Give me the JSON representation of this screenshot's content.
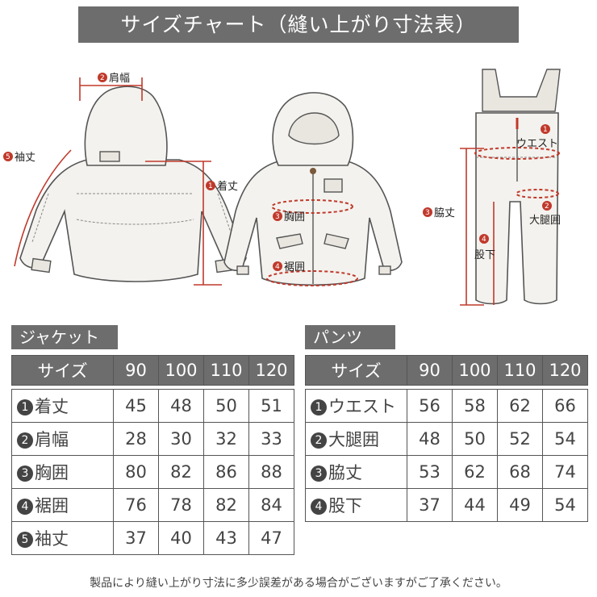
{
  "title": "サイズチャート（縫い上がり寸法表）",
  "illustration_labels": {
    "jacket_back": [
      {
        "num": "2",
        "text": "肩幅"
      },
      {
        "num": "5",
        "text": "袖丈"
      },
      {
        "num": "1",
        "text": "着丈"
      }
    ],
    "jacket_front": [
      {
        "num": "3",
        "text": "胸囲"
      },
      {
        "num": "4",
        "text": "裾囲"
      }
    ],
    "pants": [
      {
        "num": "1",
        "text": "ウエスト"
      },
      {
        "num": "2",
        "text": "大腿囲"
      },
      {
        "num": "3",
        "text": "脇丈"
      },
      {
        "num": "4",
        "text": "股下"
      }
    ]
  },
  "jacket": {
    "label": "ジャケット",
    "header": [
      "サイズ",
      "90",
      "100",
      "110",
      "120"
    ],
    "rows": [
      {
        "num": "1",
        "name": "着丈",
        "values": [
          "45",
          "48",
          "50",
          "51"
        ]
      },
      {
        "num": "2",
        "name": "肩幅",
        "values": [
          "28",
          "30",
          "32",
          "33"
        ]
      },
      {
        "num": "3",
        "name": "胸囲",
        "values": [
          "80",
          "82",
          "86",
          "88"
        ]
      },
      {
        "num": "4",
        "name": "裾囲",
        "values": [
          "76",
          "78",
          "82",
          "84"
        ]
      },
      {
        "num": "5",
        "name": "袖丈",
        "values": [
          "37",
          "40",
          "43",
          "47"
        ]
      }
    ]
  },
  "pants": {
    "label": "パンツ",
    "header": [
      "サイズ",
      "90",
      "100",
      "110",
      "120"
    ],
    "rows": [
      {
        "num": "1",
        "name": "ウエスト",
        "values": [
          "56",
          "58",
          "62",
          "66"
        ]
      },
      {
        "num": "2",
        "name": "大腿囲",
        "values": [
          "48",
          "50",
          "52",
          "54"
        ]
      },
      {
        "num": "3",
        "name": "脇丈",
        "values": [
          "53",
          "62",
          "68",
          "74"
        ]
      },
      {
        "num": "4",
        "name": "股下",
        "values": [
          "37",
          "44",
          "49",
          "54"
        ]
      }
    ]
  },
  "footnote": "製品により縫い上がり寸法に多少誤差がある場合がございますがご了承ください。",
  "colors": {
    "header_bg": "#6d6d6d",
    "measure_red": "#c0392b",
    "line": "#555555"
  }
}
